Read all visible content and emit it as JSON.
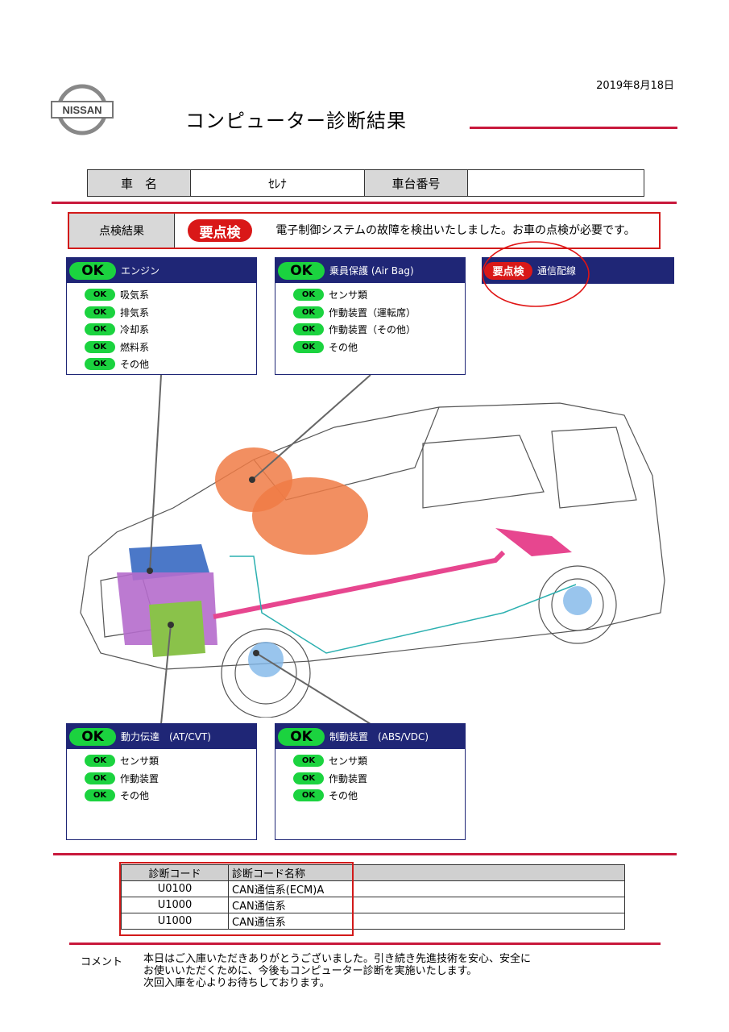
{
  "header": {
    "logo_text": "NISSAN",
    "date": "2019年8月18日",
    "title": "コンピューター診断結果"
  },
  "vehicle": {
    "name_label": "車　名",
    "name_value": "ｾﾚﾅ",
    "number_label": "車台番号",
    "number_value": ""
  },
  "result": {
    "label": "点検結果",
    "badge": "要点検",
    "message": "電子制御システムの故障を検出いたしました。お車の点検が必要です。"
  },
  "panels": {
    "engine": {
      "status": "OK",
      "title": "エンジン",
      "items": [
        {
          "status": "OK",
          "label": "吸気系"
        },
        {
          "status": "OK",
          "label": "排気系"
        },
        {
          "status": "OK",
          "label": "冷却系"
        },
        {
          "status": "OK",
          "label": "燃料系"
        },
        {
          "status": "OK",
          "label": "その他"
        }
      ]
    },
    "airbag": {
      "status": "OK",
      "title": "乗員保護 (Air Bag)",
      "items": [
        {
          "status": "OK",
          "label": "センサ類"
        },
        {
          "status": "OK",
          "label": "作動装置（運転席）"
        },
        {
          "status": "OK",
          "label": "作動装置（その他）"
        },
        {
          "status": "OK",
          "label": "その他"
        }
      ]
    },
    "wiring": {
      "status": "要点検",
      "title": "通信配線"
    },
    "transmission": {
      "status": "OK",
      "title": "動力伝達　(AT/CVT)",
      "items": [
        {
          "status": "OK",
          "label": "センサ類"
        },
        {
          "status": "OK",
          "label": "作動装置"
        },
        {
          "status": "OK",
          "label": "その他"
        }
      ]
    },
    "brake": {
      "status": "OK",
      "title": "制動装置　(ABS/VDC)",
      "items": [
        {
          "status": "OK",
          "label": "センサ類"
        },
        {
          "status": "OK",
          "label": "作動装置"
        },
        {
          "status": "OK",
          "label": "その他"
        }
      ]
    }
  },
  "codes": {
    "headers": [
      "診断コード",
      "診断コード名称"
    ],
    "rows": [
      {
        "code": "U0100",
        "name": "CAN通信系(ECM)A"
      },
      {
        "code": "U1000",
        "name": "CAN通信系"
      },
      {
        "code": "U1000",
        "name": "CAN通信系"
      }
    ]
  },
  "comment": {
    "label": "コメント",
    "line1": "本日はご入庫いただきありがとうございました。引き続き先進技術を安心、安全に",
    "line2": "お使いいただくために、今後もコンピューター診断を実施いたします。",
    "line3": "次回入庫を心よりお待ちしております。"
  },
  "colors": {
    "accent_red": "#c8193c",
    "navy": "#1f2676",
    "ok_green": "#1bd33f",
    "alert_red": "#d91818"
  }
}
